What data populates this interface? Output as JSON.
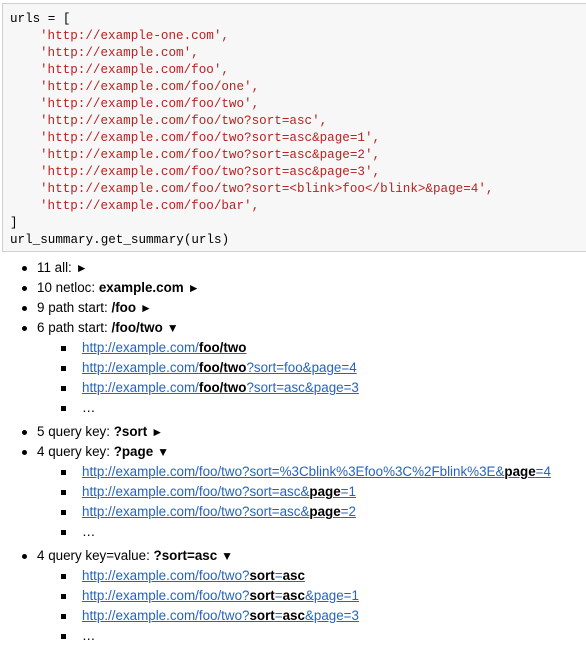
{
  "code": {
    "open": "urls = [",
    "urls": [
      "'http://example-one.com',",
      "'http://example.com',",
      "'http://example.com/foo',",
      "'http://example.com/foo/one',",
      "'http://example.com/foo/two',",
      "'http://example.com/foo/two?sort=asc',",
      "'http://example.com/foo/two?sort=asc&page=1',",
      "'http://example.com/foo/two?sort=asc&page=2',",
      "'http://example.com/foo/two?sort=asc&page=3',",
      "'http://example.com/foo/two?sort=<blink>foo</blink>&page=4',",
      "'http://example.com/foo/bar',"
    ],
    "close": "]",
    "call": "url_summary.get_summary(urls)"
  },
  "summary": [
    {
      "count": "11",
      "label": "all:",
      "key": "",
      "arrow": "►",
      "items": []
    },
    {
      "count": "10",
      "label": "netloc:",
      "key": "example.com",
      "arrow": "►",
      "items": []
    },
    {
      "count": "9",
      "label": "path start:",
      "key": "/foo",
      "arrow": "►",
      "items": []
    },
    {
      "count": "6",
      "label": "path start:",
      "key": "/foo/two",
      "arrow": "▼",
      "items": [
        {
          "pre": "http://example.com/",
          "hl": "foo/two",
          "post": ""
        },
        {
          "pre": "http://example.com/",
          "hl": "foo/two",
          "post": "?sort=foo&page=4"
        },
        {
          "pre": "http://example.com/",
          "hl": "foo/two",
          "post": "?sort=asc&page=3"
        }
      ],
      "more": "…"
    },
    {
      "count": "5",
      "label": "query key:",
      "key": "?sort",
      "arrow": "►",
      "items": []
    },
    {
      "count": "4",
      "label": "query key:",
      "key": "?page",
      "arrow": "▼",
      "items": [
        {
          "pre": "http://example.com/foo/two?sort=%3Cblink%3Efoo%3C%2Fblink%3E&",
          "hl": "page",
          "post": "=4"
        },
        {
          "pre": "http://example.com/foo/two?sort=asc&",
          "hl": "page",
          "post": "=1"
        },
        {
          "pre": "http://example.com/foo/two?sort=asc&",
          "hl": "page",
          "post": "=2"
        }
      ],
      "more": "…"
    },
    {
      "count": "4",
      "label": "query key=value:",
      "key": "?sort=asc",
      "arrow": "▼",
      "items": [
        {
          "pre": "http://example.com/foo/two?",
          "hl": "sort",
          "mid": "=",
          "hl2": "asc",
          "post": ""
        },
        {
          "pre": "http://example.com/foo/two?",
          "hl": "sort",
          "mid": "=",
          "hl2": "asc",
          "post": "&page=1"
        },
        {
          "pre": "http://example.com/foo/two?",
          "hl": "sort",
          "mid": "=",
          "hl2": "asc",
          "post": "&page=3"
        }
      ],
      "more": "…"
    }
  ]
}
